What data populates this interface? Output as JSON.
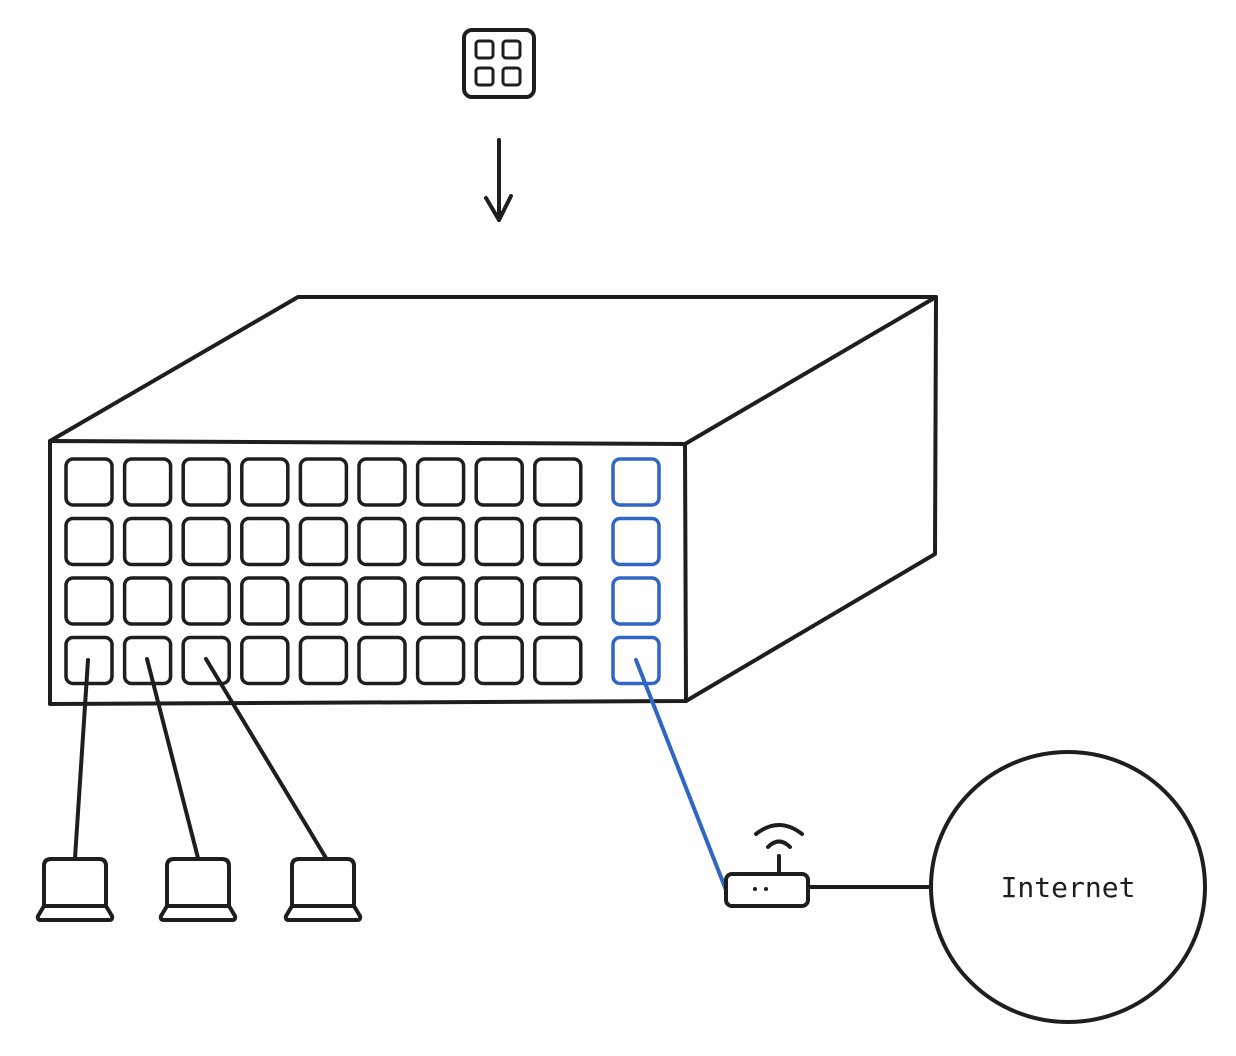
{
  "colors": {
    "ink": "#1e1e1e",
    "accent": "#2f65c4",
    "background": "#ffffff"
  },
  "switch": {
    "port_rows": 4,
    "port_columns": 9,
    "uplink_ports": 4
  },
  "icons": {
    "top": "app-grid-icon",
    "arrow": "arrow-down-icon",
    "client": "laptop-icon",
    "router": "wifi-router-icon"
  },
  "clients": {
    "count": 3
  },
  "internet": {
    "label": "Internet"
  }
}
